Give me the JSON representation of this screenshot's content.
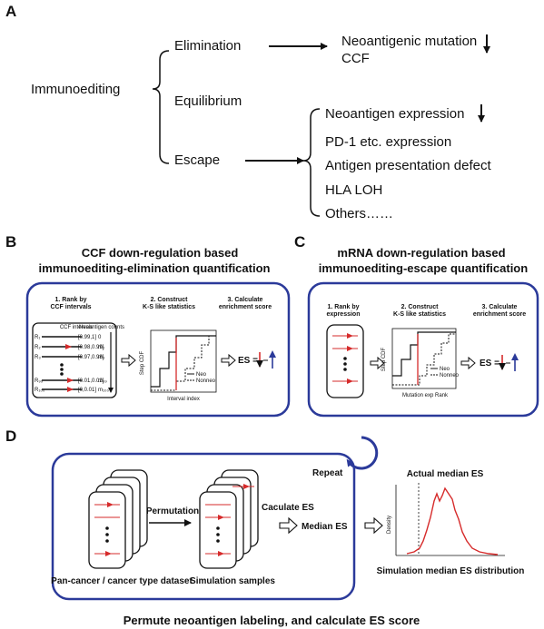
{
  "colors": {
    "frame": "#2b3a9a",
    "red": "#d62b2b",
    "blue": "#2b3a9a",
    "black": "#111111"
  },
  "panel_a": {
    "letter": "A",
    "root": "Immunoediting",
    "elimination": "Elimination",
    "equilibrium": "Equilibrium",
    "escape": "Escape",
    "elim_items": [
      "Neoantigenic mutation",
      "CCF"
    ],
    "escape_items": [
      "Neoantigen expression",
      "PD-1 etc. expression",
      "Antigen presentation defect",
      "HLA LOH",
      "Others……"
    ]
  },
  "panel_b": {
    "letter": "B",
    "title1": "CCF down-regulation based",
    "title2": "immunoediting-elimination quantification",
    "step1": [
      "1. Rank by",
      "CCF intervals"
    ],
    "step2": [
      "2. Construct",
      "K-S like statistics"
    ],
    "step3": [
      "3. Calculate",
      "enrichment score"
    ],
    "table_headers": [
      "CCF intervals",
      "Neoantigen counts"
    ],
    "row_labels": [
      "R₁",
      "R₂",
      "R₃",
      "R₉₉",
      "R₁₀₀"
    ],
    "intervals": [
      "[0.99,1]",
      "[0.98,0.99]",
      "[0.97,0.98]",
      "[0.01,0.02]",
      "[0,0.01]"
    ],
    "counts": [
      "0",
      "m₂",
      "m₃",
      "m₉₉",
      "m₁₀₀"
    ],
    "ks_ylabel": "Step CDF",
    "ks_xlabel": "Interval index",
    "ks_legend": [
      "Neo",
      "Nonneo"
    ],
    "es_label": "ES ="
  },
  "panel_c": {
    "letter": "C",
    "title1": "mRNA down-regulation based",
    "title2": "immunoediting-escape quantification",
    "step1": [
      "1. Rank by",
      "expression"
    ],
    "step2": [
      "2. Construct",
      "K-S like statistics"
    ],
    "step3": [
      "3. Calculate",
      "enrichment score"
    ],
    "ks_ylabel": "Step CDF",
    "ks_xlabel": "Mutation exp Rank",
    "ks_legend": [
      "Neo",
      "Nonneo"
    ],
    "es_label": "ES ="
  },
  "panel_d": {
    "letter": "D",
    "repeat": "Repeat",
    "permutation": "Permutation",
    "caculate_es": "Caculate ES",
    "median_es": "Median ES",
    "actual_median": "Actual median ES",
    "density_label": "Density",
    "dataset_label": "Pan-cancer / cancer type dataset",
    "simulation_label": "Simulation samples",
    "distribution_label": "Simulation median ES distribution",
    "footer": "Permute neoantigen labeling, and calculate ES score"
  }
}
